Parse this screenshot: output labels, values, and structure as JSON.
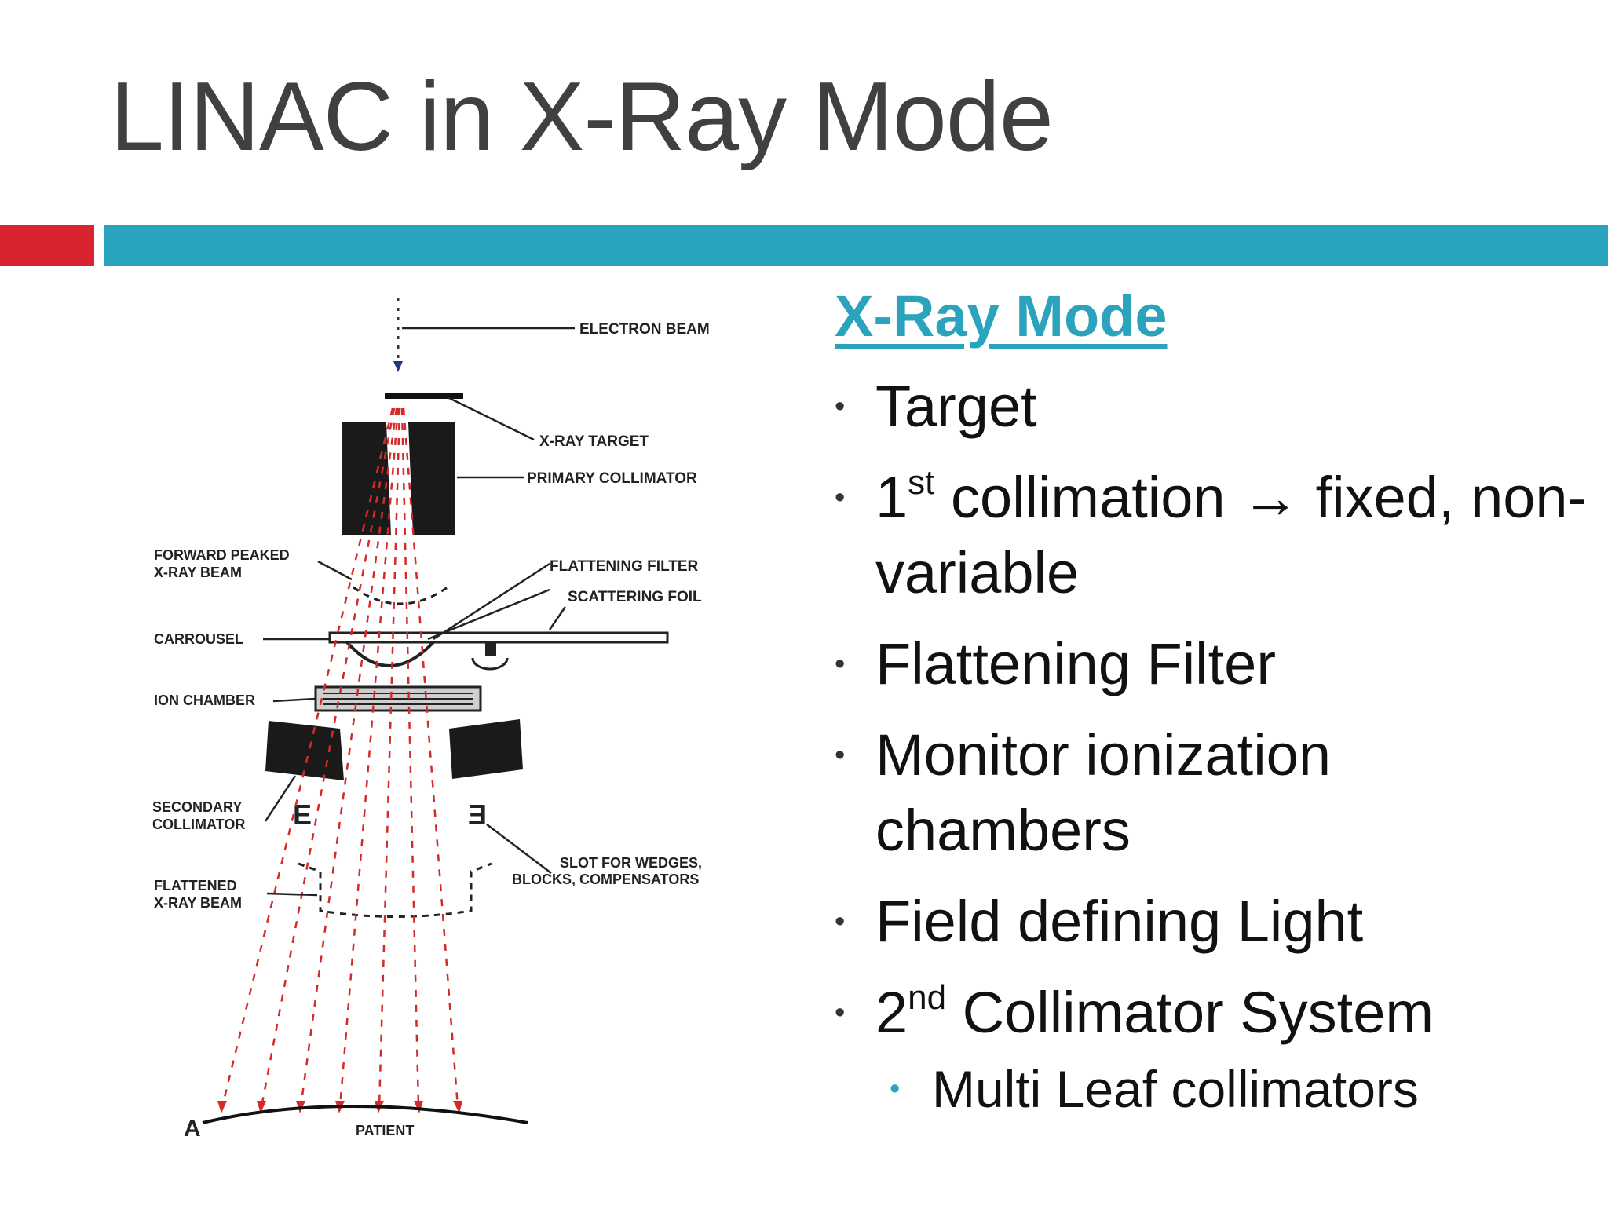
{
  "slide": {
    "title": "LINAC in X-Ray Mode"
  },
  "colors": {
    "accent_red": "#d9232e",
    "accent_teal": "#2aa3bd",
    "title_gray": "#404040",
    "beam_red": "#d42a2a"
  },
  "diagram": {
    "labels": {
      "electron_beam": "ELECTRON BEAM",
      "xray_target": "X-RAY TARGET",
      "primary_collimator": "PRIMARY COLLIMATOR",
      "forward_peaked_1": "FORWARD PEAKED",
      "forward_peaked_2": "X-RAY BEAM",
      "flattening_filter": "FLATTENING FILTER",
      "scattering_foil": "SCATTERING FOIL",
      "carrousel": "CARROUSEL",
      "ion_chamber": "ION CHAMBER",
      "secondary_1": "SECONDARY",
      "secondary_2": "COLLIMATOR",
      "slot_1": "SLOT FOR WEDGES,",
      "slot_2": "BLOCKS, COMPENSATORS",
      "flattened_1": "FLATTENED",
      "flattened_2": "X-RAY BEAM",
      "patient": "PATIENT",
      "panel": "A"
    }
  },
  "content": {
    "heading": "X-Ray Mode",
    "bullets": {
      "b1": "Target",
      "b2_num": "1",
      "b2_sup": "st",
      "b2_text": " collimation → fixed, non-variable",
      "b3": "Flattening Filter",
      "b4": "Monitor ionization chambers",
      "b5": "Field defining Light",
      "b6_num": "2",
      "b6_sup": "nd",
      "b6_text": " Collimator System",
      "sub1": "Multi Leaf collimators"
    }
  }
}
